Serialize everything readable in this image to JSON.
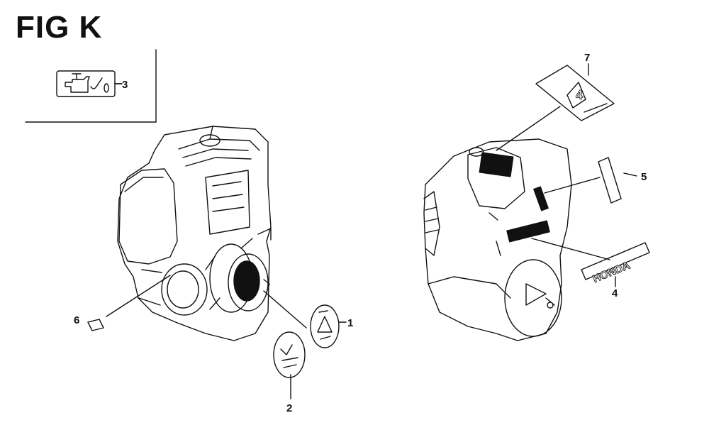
{
  "title": "FIG K",
  "callouts": [
    {
      "number": "1"
    },
    {
      "number": "2"
    },
    {
      "number": "3"
    },
    {
      "number": "4"
    },
    {
      "number": "5"
    },
    {
      "number": "6"
    },
    {
      "number": "7"
    }
  ],
  "decal_texts": {
    "brand": "HONDA",
    "stroke_badge": "4"
  }
}
